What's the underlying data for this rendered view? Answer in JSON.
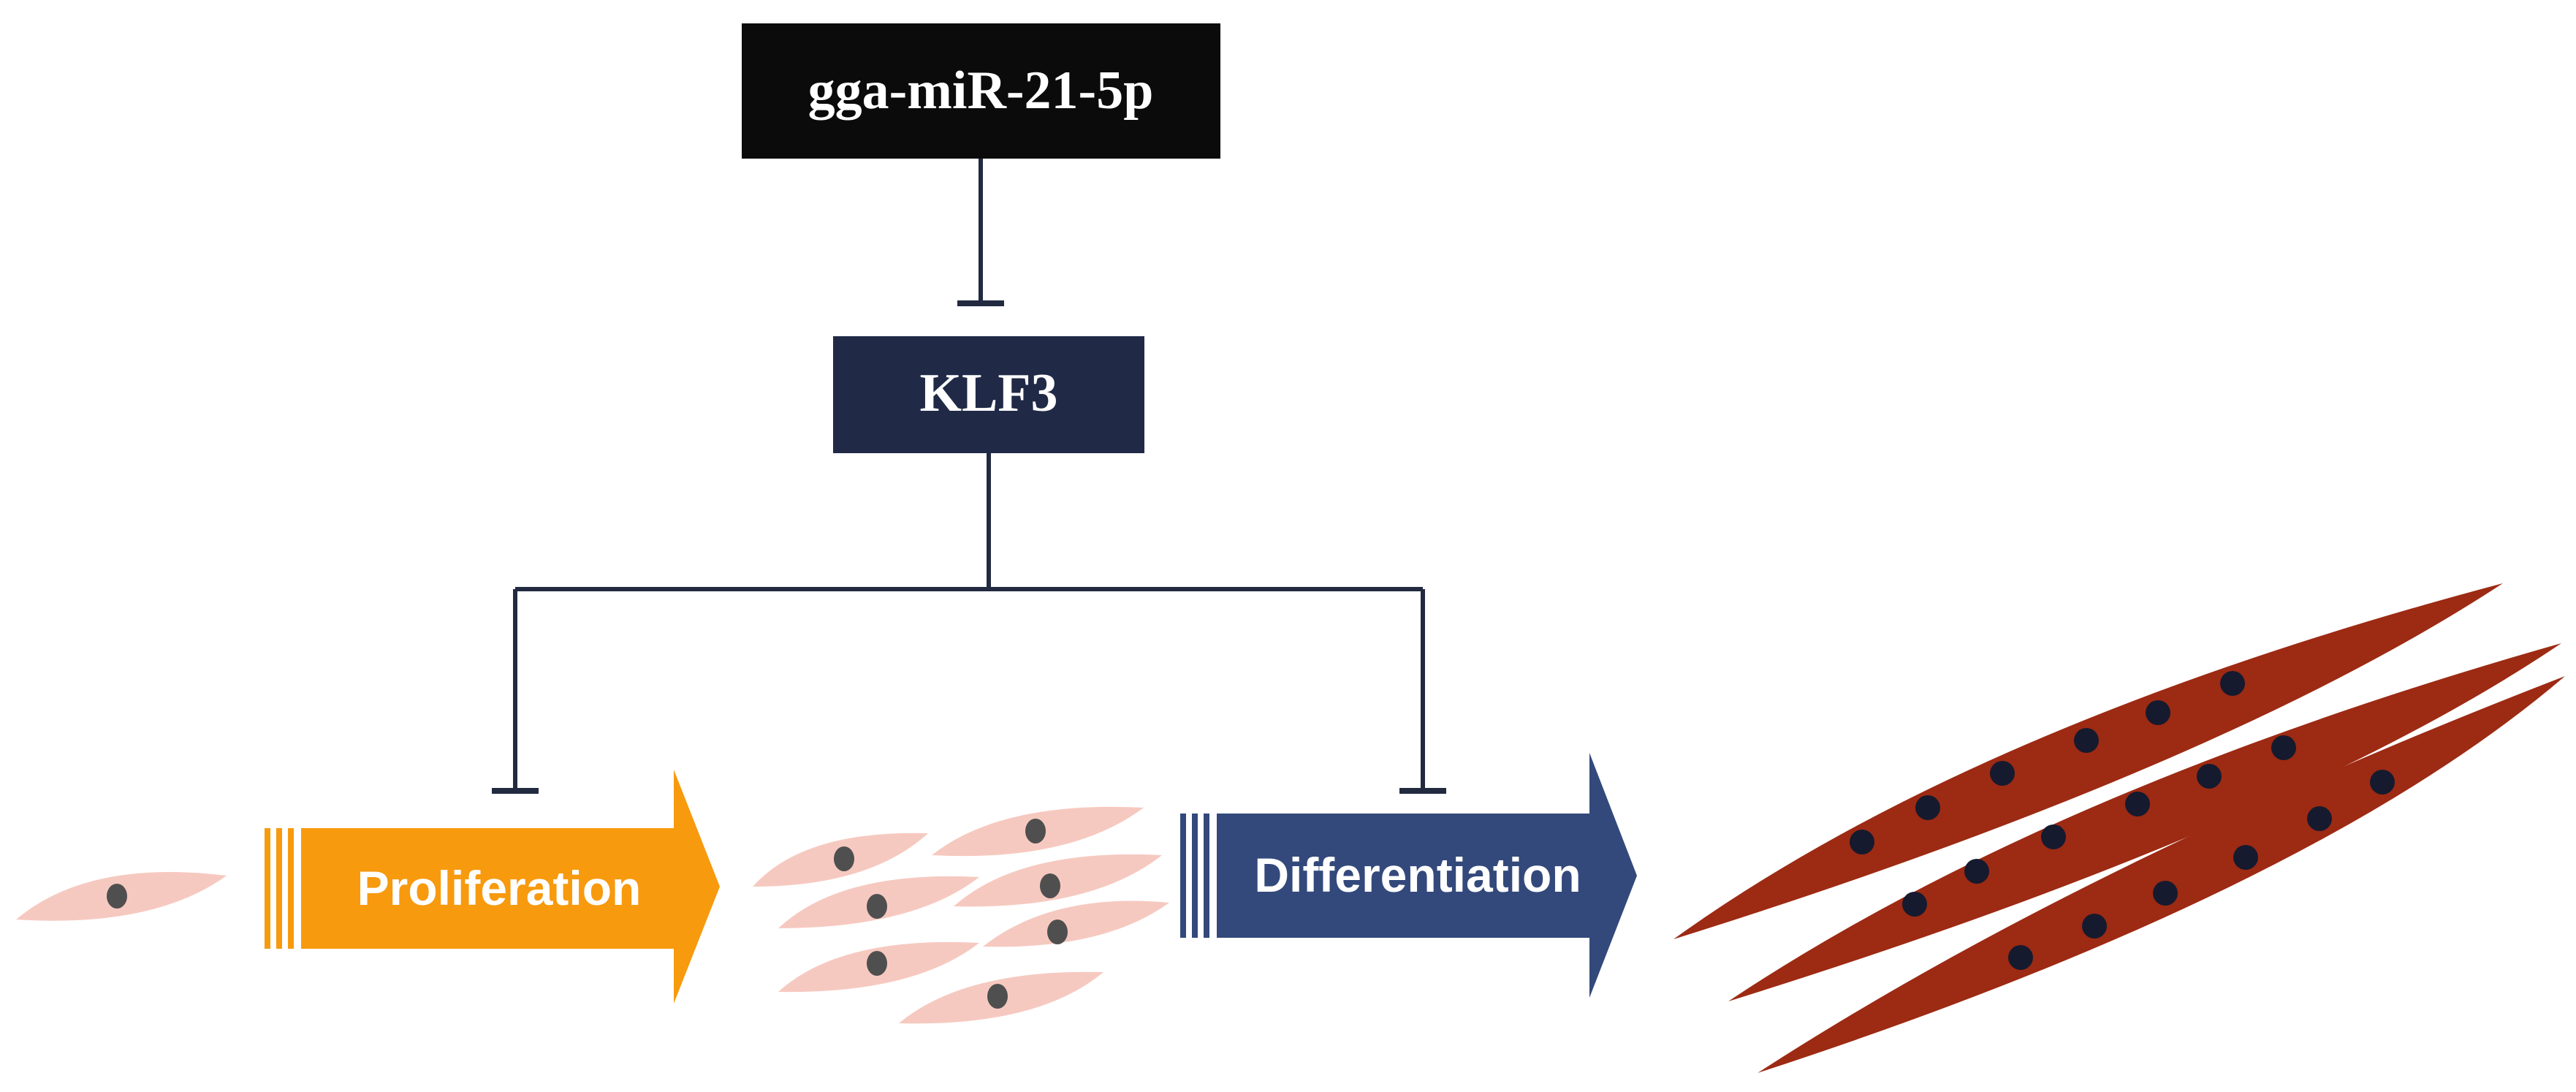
{
  "nodes": {
    "mirna": {
      "label": "gga-miR-21-5p",
      "fill": "#0b0b0b",
      "text_color": "#ffffff"
    },
    "klf3": {
      "label": "KLF3",
      "fill": "#202a47",
      "text_color": "#ffffff"
    }
  },
  "arrows": {
    "proliferation": {
      "label": "Proliferation",
      "fill": "#f79a0e",
      "text_color": "#ffffff"
    },
    "differentiation": {
      "label": "Differentiation",
      "fill": "#33497b",
      "text_color": "#ffffff"
    }
  },
  "colors": {
    "inhibition_line": "#222a3f",
    "myoblast_cell": "#f6c9c0",
    "myoblast_nucleus": "#4f4f4f",
    "myotube": "#9d2a13",
    "myotube_nucleus": "#161a2e"
  },
  "edges": [
    {
      "from": "mirna",
      "to": "klf3",
      "type": "inhibition"
    },
    {
      "from": "klf3",
      "to": "proliferation",
      "type": "inhibition"
    },
    {
      "from": "klf3",
      "to": "differentiation",
      "type": "inhibition"
    }
  ]
}
